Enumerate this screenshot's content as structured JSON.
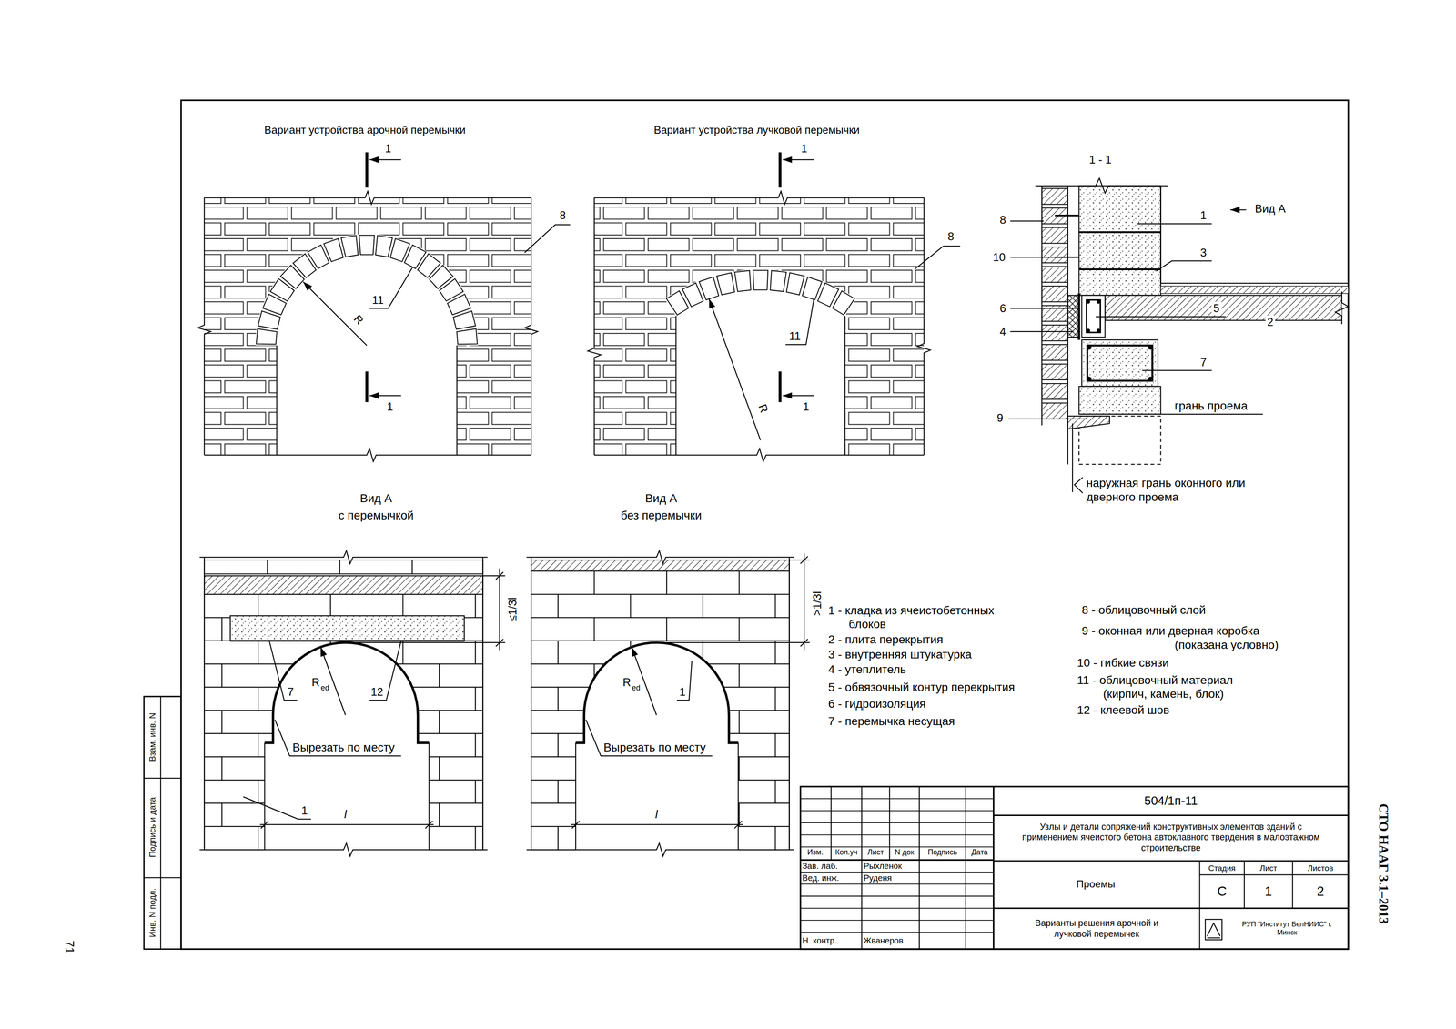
{
  "diagram": {
    "labels": [
      "Вариант устройства арочной перемычки",
      "1",
      "8",
      "11",
      "R",
      "1",
      "Вариант устройства лучковой перемычки",
      "1",
      "8",
      "11",
      "R",
      "1",
      "1 - 1",
      "Вид А",
      "8",
      "10",
      "6",
      "4",
      "9",
      "1",
      "3",
      "5",
      "2",
      "7",
      "грань проема",
      "наружная грань оконного или дверного проема",
      "Вид А",
      "с перемычкой",
      "Вид А",
      "без перемычки",
      "≤1/3l",
      ">1/3l",
      "7",
      "R",
      "ed",
      "12",
      "Вырезать по месту",
      "1",
      "l",
      "R",
      "ed",
      "1",
      "Вырезать по месту",
      "l",
      "1 - кладка из ячеистобетонных блоков",
      "2 - плита перекрытия",
      "3 - внутренняя штукатурка",
      "4 - утеплитель",
      "5 - обвязочный контур перекрытия",
      "6 - гидроизоляция",
      "7 - перемычка несущая",
      "8 - облицовочный слой",
      "9 - оконная или дверная коробка (показана условно)",
      "10 - гибкие связи",
      "11 - облицовочный материал (кирпич, камень, блок)",
      "12 - клеевой шов",
      "Изм.",
      "Кол.уч",
      "Лист",
      "N док",
      "Подпись",
      "Дата",
      "Зав. лаб.",
      "Рыхленок",
      "Вед. инж.",
      "Руденя",
      "Н. контр.",
      "Жванеров",
      "504/1п-11",
      "Узлы и детали сопряжений конструктивных элементов зданий с применением ячеистого бетона автоклавного твердения в малоэтажном строительстве",
      "Проемы",
      "Стадия",
      "Лист",
      "Листов",
      "С",
      "1",
      "2",
      "Варианты решения арочной и лучковой перемычек",
      "РУП \"Институт БелНИИС\" г. Минск",
      "Взам. инв. N",
      "Подпись и дата",
      "Инв. N подл.",
      "71",
      "СТО НААГ 3.1–2013"
    ]
  }
}
